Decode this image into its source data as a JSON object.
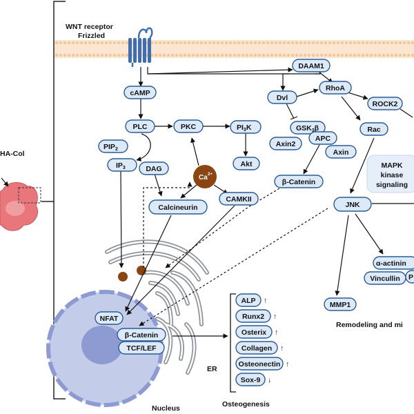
{
  "labels": {
    "receptor_line1": "WNT receptor",
    "receptor_line2": "Frizzled",
    "ha_col": "HA-Col",
    "nucleus": "Nucleus",
    "er": "ER",
    "osteogenesis": "Osteogenesis",
    "remodeling": "Remodeling and mi",
    "mapk_line1": "MAPK",
    "mapk_line2": "kinase",
    "mapk_line3": "signaling",
    "ca": "Ca",
    "ca_sup": "2+"
  },
  "nodes": {
    "camp": "cAMP",
    "plc": "PLC",
    "pkc": "PKC",
    "pi3k_a": "PI",
    "pi3k_sub": "3",
    "pi3k_b": "K",
    "akt": "Akt",
    "pip2_a": "PIP",
    "pip2_sub": "2",
    "ip3_a": "IP",
    "ip3_sub": "3",
    "dag": "DAG",
    "calcineurin": "Calcineurin",
    "camkii": "CAMKII",
    "daam1": "DAAM1",
    "dvl": "Dvl",
    "rhoa": "RhoA",
    "rock2": "ROCK2",
    "gsk_a": "GSK",
    "gsk_sub": "3",
    "gsk_b": "β",
    "axin2": "Axin2",
    "apc": "APC",
    "axin": "Axin",
    "rac": "Rac",
    "bcatenin": "β-Catenin",
    "jnk": "JNK",
    "actinin": "α-actinin",
    "vinculin": "Vincullin",
    "p_partial": "P",
    "mmp1": "MMP1",
    "nfat": "NFAT",
    "bcat_nuc": "β-Catenin",
    "tcf": "TCF/LEF"
  },
  "genes": [
    {
      "label": "ALP",
      "arrow": "↑"
    },
    {
      "label": "Runx2",
      "arrow": "↑"
    },
    {
      "label": "Osterix",
      "arrow": "↑"
    },
    {
      "label": "Collagen",
      "arrow": "↑"
    },
    {
      "label": "Osteonectin",
      "arrow": "↑"
    },
    {
      "label": "Sox-9",
      "arrow": "↓"
    }
  ],
  "colors": {
    "node_fill": "#dbe9f8",
    "node_stroke": "#2c5a92",
    "membrane": "#f2c79a",
    "receptor": "#3c6fb6",
    "calcium": "#8b4513",
    "nucleus_fill": "#c3cdea",
    "nucleolus": "#8e9ad2",
    "cell": "#e8767a",
    "er": "#8f9399"
  }
}
